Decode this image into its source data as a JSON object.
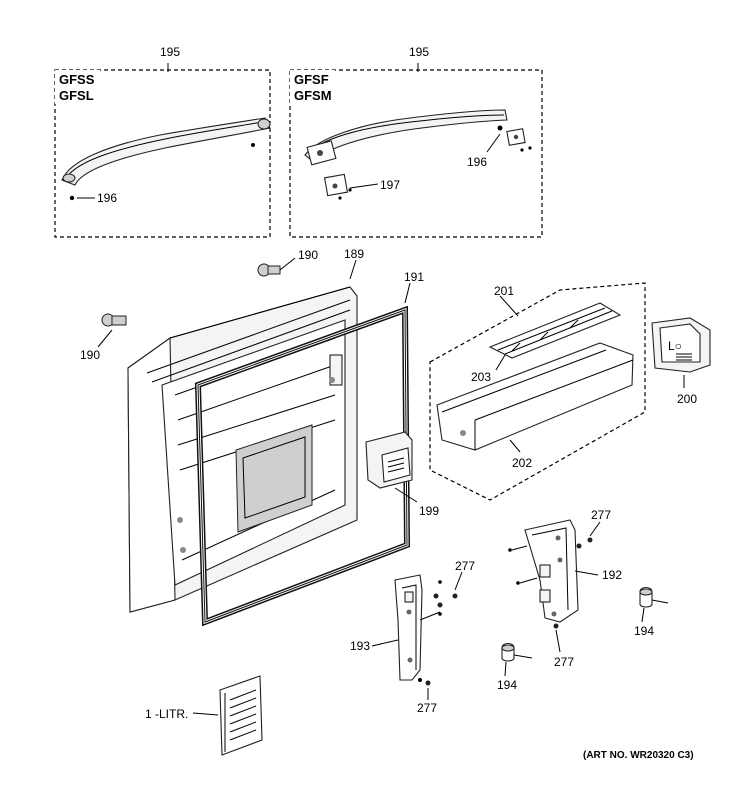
{
  "variant_boxes": {
    "left": {
      "lines": [
        "GFSS",
        "GFSL"
      ]
    },
    "right": {
      "lines": [
        "GFSF",
        "GFSM"
      ]
    }
  },
  "callouts": {
    "c195_left": "195",
    "c195_right": "195",
    "c196_left": "196",
    "c196_right": "196",
    "c197": "197",
    "c190_top": "190",
    "c190_left": "190",
    "c189": "189",
    "c191": "191",
    "c201": "201",
    "c203": "203",
    "c202": "202",
    "c200": "200",
    "c199": "199",
    "c277_a": "277",
    "c277_b": "277",
    "c277_c": "277",
    "c277_d": "277",
    "c192": "192",
    "c193": "193",
    "c194_a": "194",
    "c194_b": "194",
    "c_litr": "1 -LITR."
  },
  "label_200_glyph": "L○",
  "art_number": "(ART NO. WR20320 C3)"
}
